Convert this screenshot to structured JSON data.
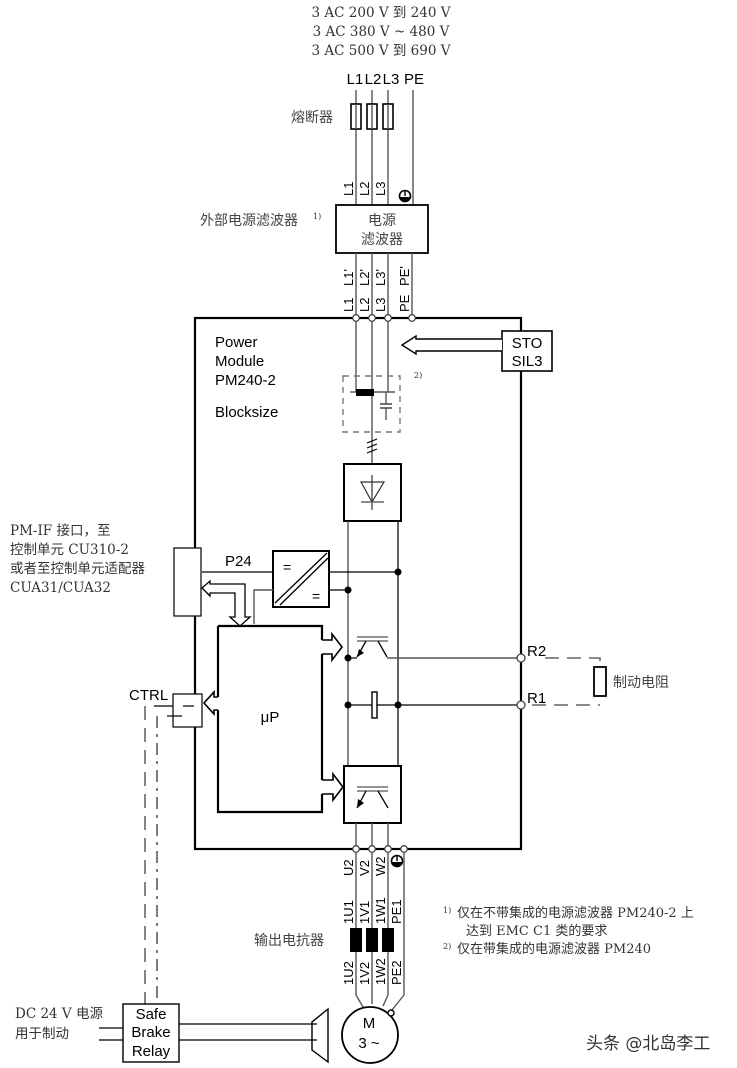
{
  "supply": {
    "lines": [
      "3 AC 200 V 到 240 V",
      "3 AC 380 V ~ 480 V",
      "3 AC 500 V 到 690 V"
    ],
    "phase_labels": [
      "L1",
      "L2",
      "L3",
      "PE"
    ]
  },
  "fuse": {
    "label": "熔断器"
  },
  "external_filter": {
    "label": "外部电源滤波器",
    "footnote_ref": "1)",
    "box_line1": "电源",
    "box_line2": "滤波器",
    "input_terminals": [
      "L1",
      "L2",
      "L3"
    ],
    "output_terminals": [
      "L1'",
      "L2'",
      "L3'",
      "PE'"
    ]
  },
  "module_input_terminals": [
    "L1",
    "L2",
    "L3",
    "PE"
  ],
  "power_module": {
    "line1": "Power",
    "line2": "Module",
    "line3": "PM240-2",
    "line4": "Blocksize",
    "filter_footnote_ref": "2)"
  },
  "sto": {
    "line1": "STO",
    "line2": "SIL3"
  },
  "pm_if": {
    "lines": [
      "PM-IF 接口，至",
      "控制单元 CU310-2",
      "或者至控制单元适配器",
      "CUA31/CUA32"
    ],
    "p24_label": "P24"
  },
  "converter": {
    "top_symbol": "=",
    "bottom_symbol": "="
  },
  "microprocessor": {
    "label": "μP"
  },
  "ctrl": {
    "label": "CTRL"
  },
  "brake_resistor": {
    "r2_label": "R2",
    "r1_label": "R1",
    "label": "制动电阻"
  },
  "output_terminals": [
    "U2",
    "V2",
    "W2"
  ],
  "output_reactor": {
    "label": "输出电抗器",
    "input_labels": [
      "1U1",
      "1V1",
      "1W1",
      "PE1"
    ],
    "output_labels": [
      "1U2",
      "1V2",
      "1W2",
      "PE2"
    ]
  },
  "footnotes": {
    "note1_ref": "1)",
    "note1_line1": "仅在不带集成的电源滤波器 PM240-2 上",
    "note1_line2": "达到 EMC C1 类的要求",
    "note2_ref": "2)",
    "note2_line1": "仅在带集成的电源滤波器 PM240"
  },
  "brake_supply": {
    "line1": "DC 24 V 电源",
    "line2": "用于制动"
  },
  "brake_relay": {
    "line1": "Safe",
    "line2": "Brake",
    "line3": "Relay"
  },
  "motor": {
    "line1": "M",
    "line2": "3 ~"
  },
  "watermark": "头条 @北岛李工"
}
